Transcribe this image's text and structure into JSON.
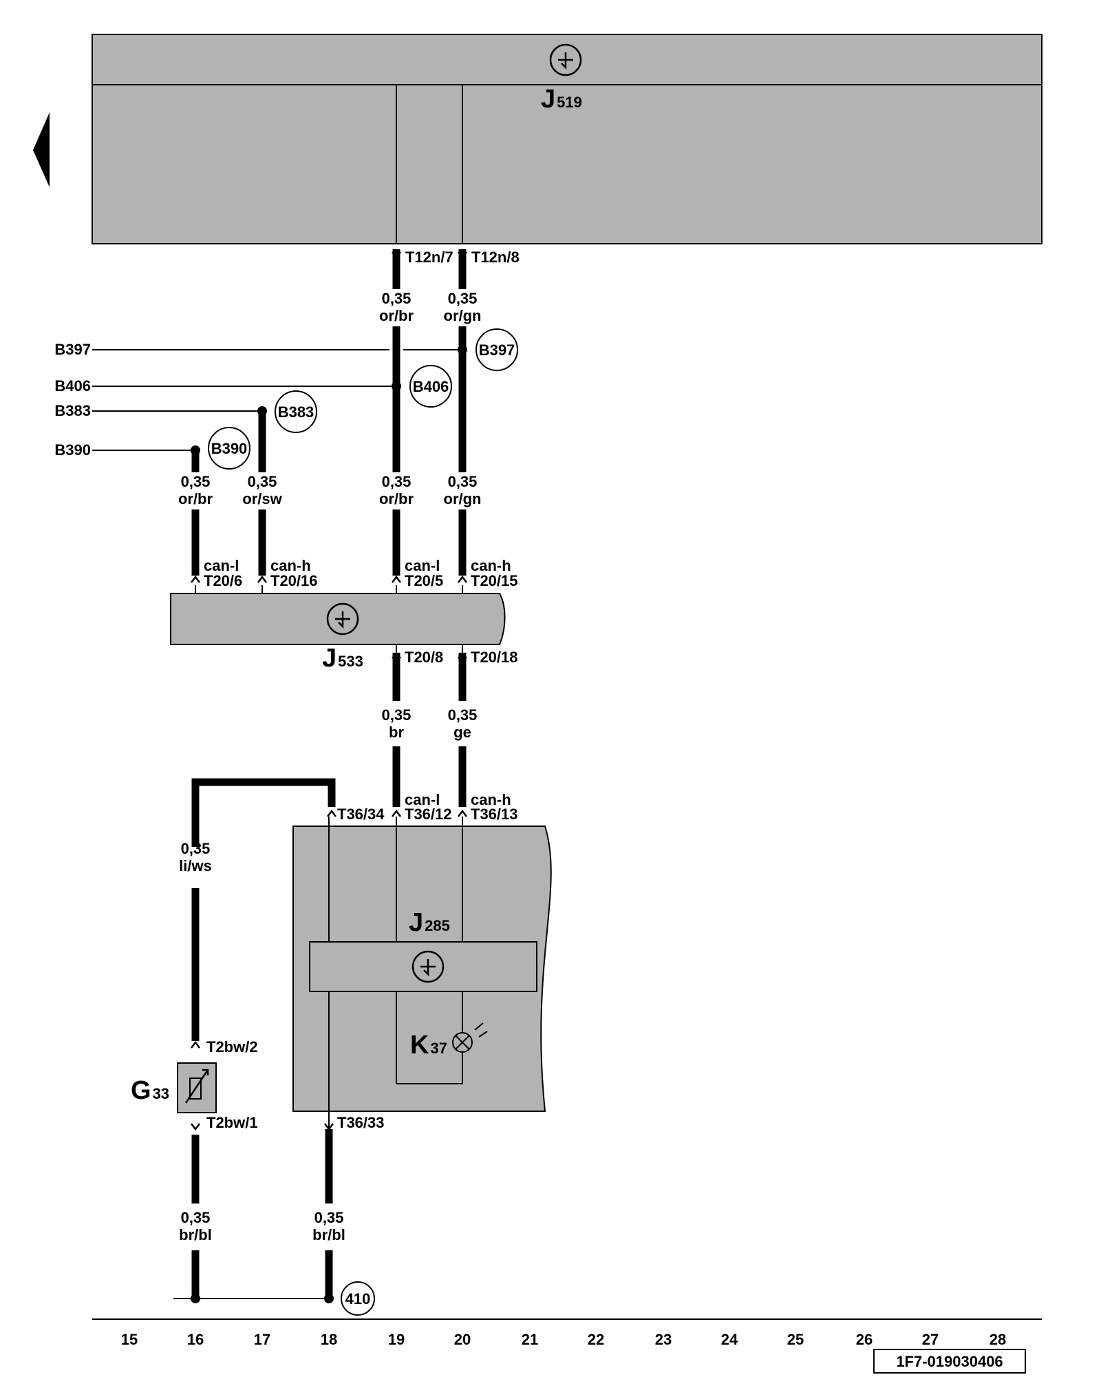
{
  "nav": {
    "back_arrow_icon": "triangle-left"
  },
  "components": {
    "J519": {
      "letter": "J",
      "sub": "519"
    },
    "J533": {
      "letter": "J",
      "sub": "533"
    },
    "J285": {
      "letter": "J",
      "sub": "285"
    },
    "K37": {
      "letter": "K",
      "sub": "37"
    },
    "G33": {
      "letter": "G",
      "sub": "33"
    }
  },
  "pins": {
    "t12n_7": "T12n/7",
    "t12n_8": "T12n/8",
    "t20_6": "T20/6",
    "t20_16": "T20/16",
    "t20_5": "T20/5",
    "t20_15": "T20/15",
    "t20_8": "T20/8",
    "t20_18": "T20/18",
    "t36_34": "T36/34",
    "t36_12": "T36/12",
    "t36_13": "T36/13",
    "t36_33": "T36/33",
    "t2bw_2": "T2bw/2",
    "t2bw_1": "T2bw/1"
  },
  "signals": {
    "canl_1": "can-l",
    "canh_1": "can-h",
    "canl_2": "can-l",
    "canh_2": "can-h",
    "canl_3": "can-l",
    "canh_3": "can-h"
  },
  "wires": {
    "w1": {
      "size": "0,35",
      "color": "or/br"
    },
    "w2": {
      "size": "0,35",
      "color": "or/gn"
    },
    "w3": {
      "size": "0,35",
      "color": "or/br"
    },
    "w4": {
      "size": "0,35",
      "color": "or/sw"
    },
    "w5": {
      "size": "0,35",
      "color": "or/br"
    },
    "w6": {
      "size": "0,35",
      "color": "or/gn"
    },
    "w7": {
      "size": "0,35",
      "color": "br"
    },
    "w8": {
      "size": "0,35",
      "color": "ge"
    },
    "w9": {
      "size": "0,35",
      "color": "li/ws"
    },
    "w10": {
      "size": "0,35",
      "color": "br/bl"
    },
    "w11": {
      "size": "0,35",
      "color": "br/bl"
    }
  },
  "references": {
    "left": [
      "B397",
      "B406",
      "B383",
      "B390"
    ],
    "circles": {
      "b397": "B397",
      "b406": "B406",
      "b383": "B383",
      "b390": "B390",
      "g410": "410"
    }
  },
  "column_numbers": [
    "15",
    "16",
    "17",
    "18",
    "19",
    "20",
    "21",
    "22",
    "23",
    "24",
    "25",
    "26",
    "27",
    "28"
  ],
  "footer": {
    "doc_id": "1F7-019030406"
  },
  "colors": {
    "module_fill": "#b3b3b3",
    "wire": "#000000"
  }
}
